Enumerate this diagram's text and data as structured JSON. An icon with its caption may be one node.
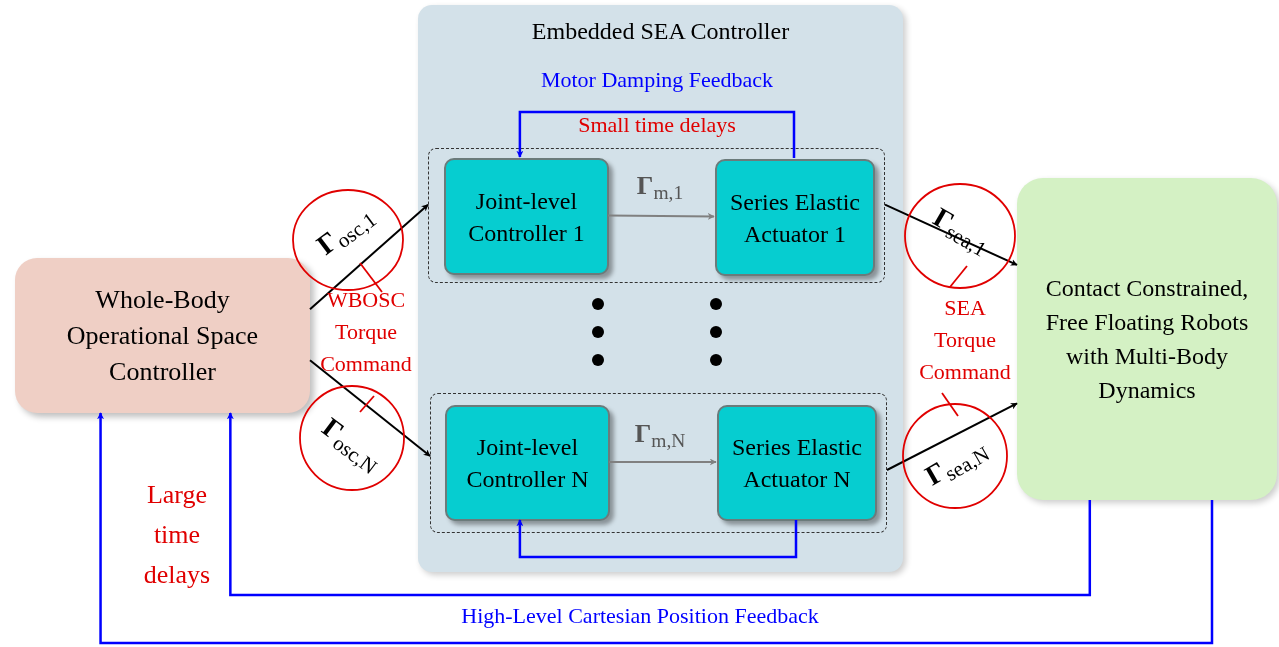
{
  "diagram": {
    "nodes": [
      {
        "text": [
          "Whole-Body Operational Space Controller"
        ]
      },
      {
        "text": [
          "Embedded SEA Controller"
        ]
      },
      {
        "text": [],
        "shape": "box",
        "in": 1
      },
      {
        "text": [
          "Joint-level Controller 1"
        ],
        "in": 2
      },
      {
        "text": [
          "Series Elastic Actuator 1"
        ],
        "in": 2
      },
      {
        "text": [],
        "shape": "box",
        "in": 1
      },
      {
        "text": [
          "Joint-level Controller N"
        ],
        "in": 5
      },
      {
        "text": [
          "Series Elastic Actuator N"
        ],
        "in": 5
      },
      {
        "text": [
          "Contact Constrained, Free Floating Robots with Multi-Body Dynamics"
        ]
      }
    ],
    "edges": [
      {
        "from": 0,
        "to": 2,
        "arrow": "to",
        "label": "**Γ**$_{osc,1}$"
      },
      {
        "from": 0,
        "to": 5,
        "arrow": "to",
        "label": "**Γ**$_{osc,N}$"
      },
      {
        "from": 3,
        "to": 4,
        "arrow": "to",
        "label": "**Γ**$_{m,1}$",
        "color": "#808080"
      },
      {
        "from": 6,
        "to": 7,
        "arrow": "to",
        "label": "**Γ**$_{m,N}$",
        "color": "#808080"
      },
      {
        "from": 2,
        "to": 8,
        "arrow": "to",
        "label": "**Γ**$_{sea,1}$"
      },
      {
        "from": 5,
        "to": 8,
        "arrow": "to",
        "label": "**Γ**$_{sea,N}$"
      },
      {
        "from": 4,
        "to": 3,
        "arrow": "to",
        "label": "Motor Damping Feedback",
        "color": "#0000ff"
      },
      {
        "from": 7,
        "to": 6,
        "arrow": "to",
        "color": "#0000ff"
      },
      {
        "from": 8,
        "to": 0,
        "arrow": "to",
        "label": "High-Level Cartesian Position Feedback",
        "color": "#0000ff"
      },
      {
        "from": 8,
        "to": 0,
        "arrow": "to",
        "color": "#0000ff"
      }
    ],
    "labels": [
      "Small time delays",
      "WBOSC Torque Command",
      "SEA Torque Command",
      "Large time delays"
    ]
  }
}
